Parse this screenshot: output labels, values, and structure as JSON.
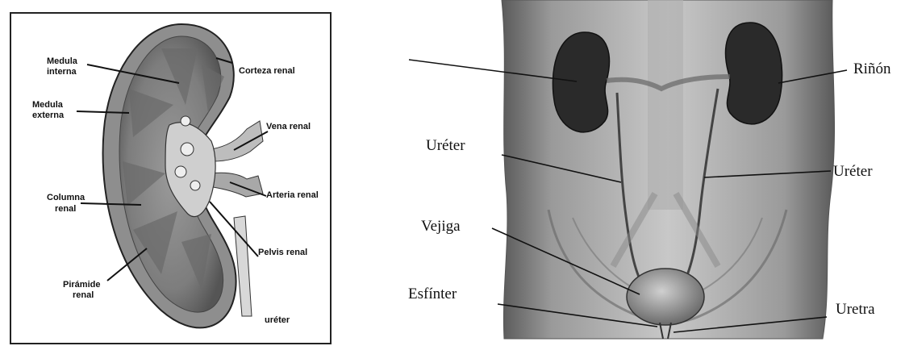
{
  "kidney_section": {
    "labels": {
      "medula_interna_1": "Medula",
      "medula_interna_2": "interna",
      "corteza_renal": "Corteza renal",
      "medula_externa_1": "Medula",
      "medula_externa_2": "externa",
      "vena_renal": "Vena renal",
      "columna_renal_1": "Columna",
      "columna_renal_2": "renal",
      "arteria_renal": "Arteria renal",
      "pelvis_renal": "Pelvis renal",
      "piramide_renal_1": "Pirámide",
      "piramide_renal_2": "renal",
      "ureter": "uréter"
    }
  },
  "urinary_system": {
    "labels": {
      "rinon": "Riñón",
      "ureter_left": "Uréter",
      "ureter_right": "Uréter",
      "vejiga": "Vejiga",
      "esfinter": "Esfínter",
      "uretra": "Uretra"
    }
  }
}
